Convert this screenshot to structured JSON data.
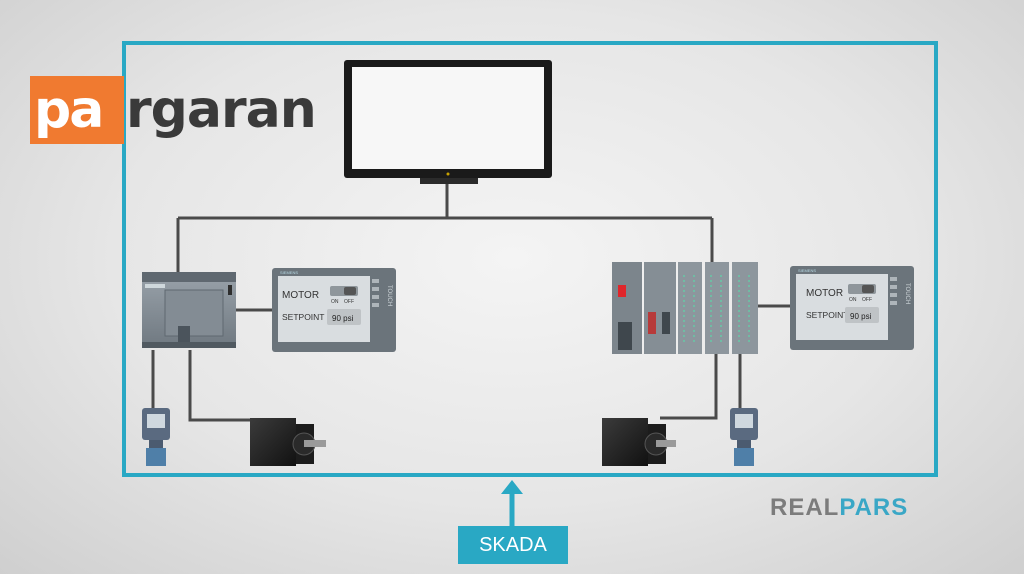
{
  "logo": {
    "part1": "pa",
    "part2": "rgaran"
  },
  "brand": {
    "part1": "REAL",
    "part2": "PARS"
  },
  "skada": {
    "label": "SKADA"
  },
  "hmi_left": {
    "brand": "SIEMENS",
    "side": "TOUCH",
    "motor": "MOTOR",
    "on": "ON",
    "off": "OFF",
    "setpoint": "SETPOINT",
    "value": "90 psi"
  },
  "hmi_right": {
    "brand": "SIEMENS",
    "side": "TOUCH",
    "motor": "MOTOR",
    "on": "ON",
    "off": "OFF",
    "setpoint": "SETPOINT",
    "value": "90 psi"
  },
  "colors": {
    "accent": "#29a8c4",
    "logo_orange": "#f07a30",
    "wire": "#4a4a4a"
  }
}
